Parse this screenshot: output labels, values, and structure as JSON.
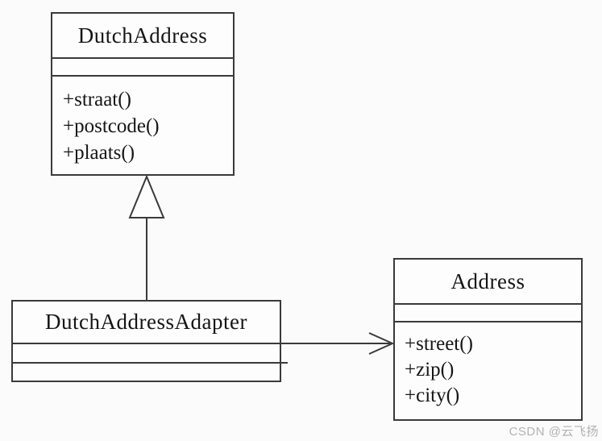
{
  "diagram": {
    "classes": [
      {
        "name": "DutchAddress",
        "attributes": [],
        "methods": [
          "+straat()",
          "+postcode()",
          "+plaats()"
        ]
      },
      {
        "name": "DutchAddressAdapter",
        "attributes": [],
        "methods": []
      },
      {
        "name": "Address",
        "attributes": [],
        "methods": [
          "+street()",
          "+zip()",
          "+city()"
        ]
      }
    ],
    "relationships": [
      {
        "type": "generalization",
        "from": "DutchAddressAdapter",
        "to": "DutchAddress"
      },
      {
        "type": "directed-association",
        "from": "DutchAddressAdapter",
        "to": "Address"
      }
    ],
    "colors": {
      "line": "#3a3a3a",
      "background": "#fbfbfb",
      "box_fill": "#fdfdfd",
      "text": "#151515",
      "watermark": "#b2b2b2"
    }
  },
  "watermark": {
    "text": "CSDN @云飞扬"
  }
}
